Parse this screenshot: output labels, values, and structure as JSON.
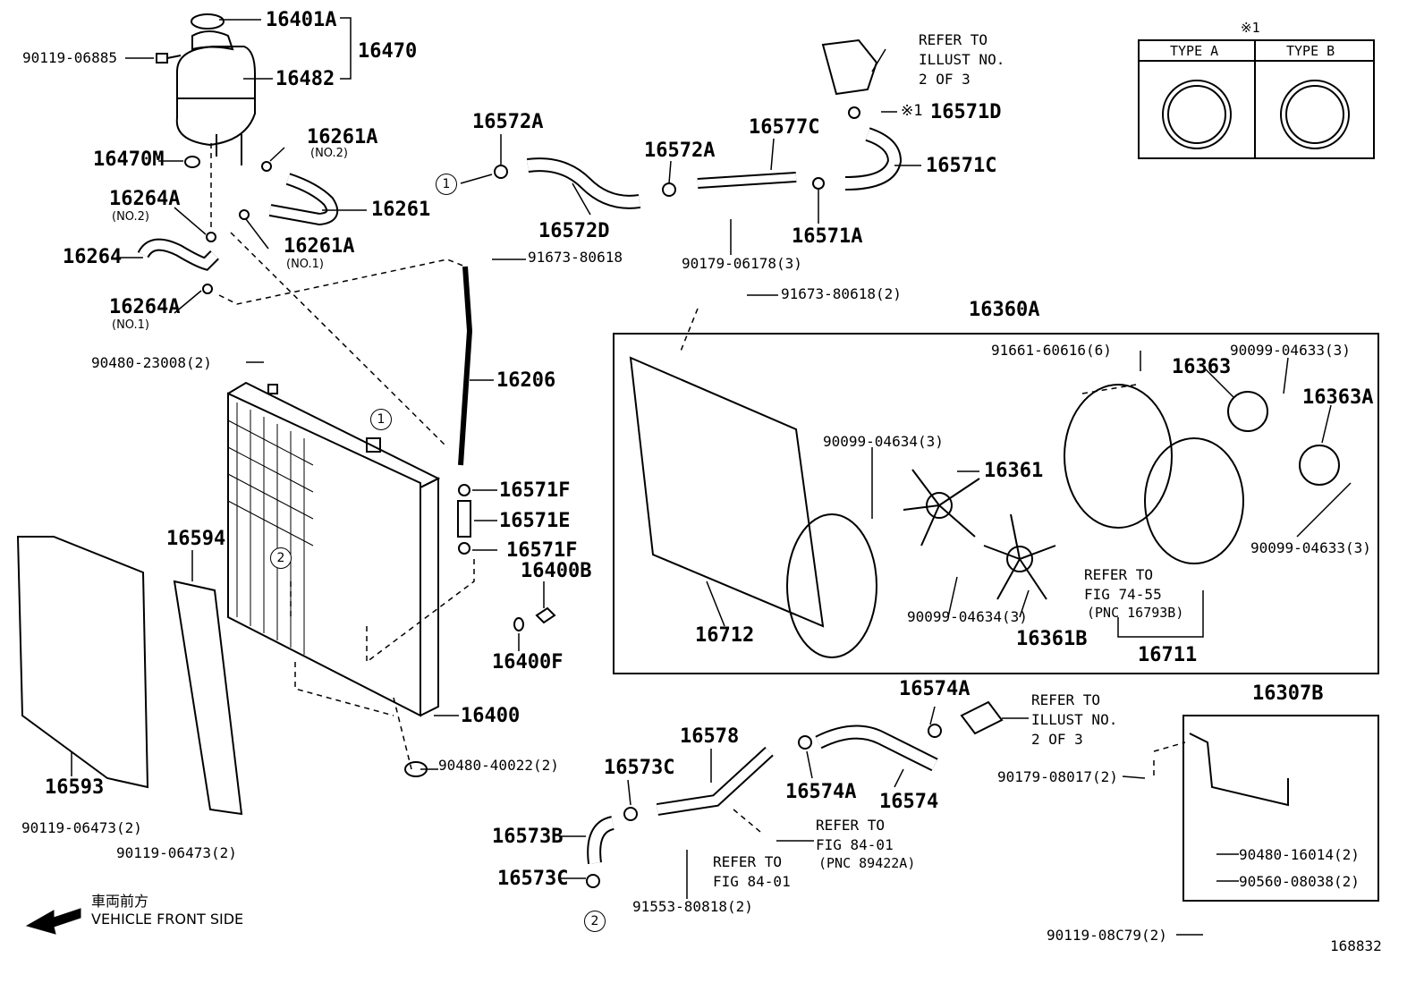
{
  "parts": {
    "p16401A": "16401A",
    "p16470": "16470",
    "p16482": "16482",
    "p16470M": "16470M",
    "p16261A_top": "16261A",
    "p16261": "16261",
    "p16261A_bot": "16261A",
    "p16264A_top": "16264A",
    "p16264": "16264",
    "p16264A_bot": "16264A",
    "p16572A_1": "16572A",
    "p16572D": "16572D",
    "p16572A_2": "16572A",
    "p16577C": "16577C",
    "p16571A": "16571A",
    "p16571D": "16571D",
    "p16571C": "16571C",
    "p16206": "16206",
    "p16571F_1": "16571F",
    "p16571E": "16571E",
    "p16571F_2": "16571F",
    "p16400B": "16400B",
    "p16400F": "16400F",
    "p16400": "16400",
    "p16594": "16594",
    "p16593": "16593",
    "p16360A": "16360A",
    "p16363": "16363",
    "p16363A": "16363A",
    "p16361": "16361",
    "p16361B": "16361B",
    "p16712": "16712",
    "p16711": "16711",
    "p16574A_1": "16574A",
    "p16574A_2": "16574A",
    "p16574": "16574",
    "p16578": "16578",
    "p16573C_1": "16573C",
    "p16573B": "16573B",
    "p16573C_2": "16573C",
    "p16307B": "16307B"
  },
  "bolts": {
    "b1": "90119-06885",
    "b2": "91673-80618",
    "b3": "90179-06178(3)",
    "b4": "91673-80618(2)",
    "b5": "90480-23008(2)",
    "b6": "91661-60616(6)",
    "b7": "90099-04633(3)",
    "b8": "90099-04634(3)",
    "b9": "90099-04634(3)",
    "b10": "90099-04633(3)",
    "b11": "90480-40022(2)",
    "b12": "90119-06473(2)",
    "b13": "90119-06473(2)",
    "b14": "91553-80818(2)",
    "b15": "90179-08017(2)",
    "b16": "90480-16014(2)",
    "b17": "90560-08038(2)",
    "b18": "90119-08C79(2)"
  },
  "subs": {
    "no2_a": "(NO.2)",
    "no2_b": "(NO.2)",
    "no1_a": "(NO.1)",
    "no1_b": "(NO.1)"
  },
  "refs": {
    "r1": "REFER TO\nILLUST NO.\n2 OF 3",
    "r2": "REFER TO\nFIG 74-55",
    "r2pnc": "(PNC 16793B)",
    "r3": "REFER TO\nILLUST NO.\n2 OF 3",
    "r4": "REFER TO\nFIG 84-01",
    "r4pnc": "(PNC 89422A)",
    "r5": "REFER TO\nFIG 84-01"
  },
  "clamp_legend": {
    "mark": "※1",
    "type_a": "TYPE A",
    "type_b": "TYPE B"
  },
  "note_mark_16571D": "※1",
  "circle_labels": {
    "c1": "1",
    "c2": "2"
  },
  "direction": {
    "jp": "車両前方",
    "en": "VEHICLE FRONT SIDE"
  },
  "figure_id": "168832"
}
